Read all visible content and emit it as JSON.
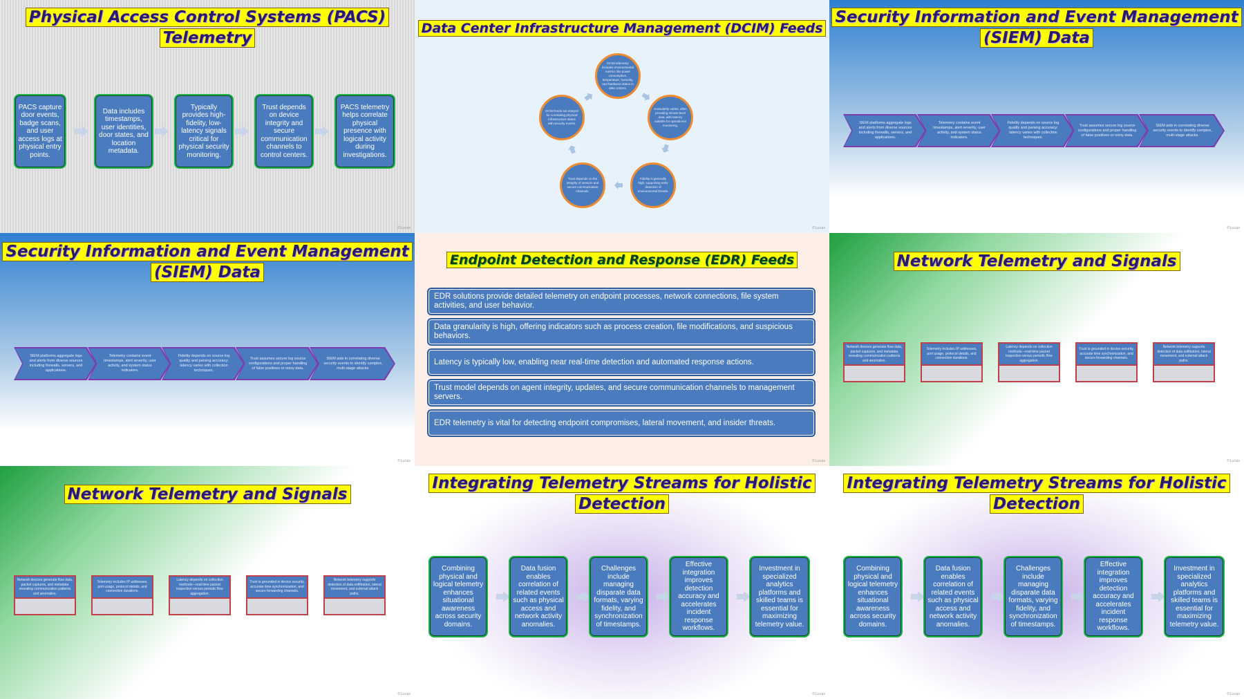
{
  "watermark": "©Lucas",
  "slides": {
    "pacs": {
      "title": "Physical Access Control Systems (PACS) Telemetry",
      "boxes": [
        "PACS capture door events, badge scans, and user access logs at physical entry points.",
        "Data includes timestamps, user identities, door states, and location metadata.",
        "Typically provides high-fidelity, low-latency signals critical for physical security monitoring.",
        "Trust depends on device integrity and secure communication channels to control centers.",
        "PACS telemetry helps correlate physical presence with logical activity during investigations."
      ]
    },
    "dcim": {
      "title": "Data Center Infrastructure Management (DCIM) Feeds",
      "circles": [
        "DCIM telemetry includes environmental metrics like power consumption, temperature, humidity, and hardware status in data centers.",
        "Granularity varies, often providing minute-level data, with latency suitable for operational monitoring.",
        "Fidelity is generally high, supporting early detection of environmental threats.",
        "Trust depends on the integrity of sensors and secure communication channels.",
        "DCIM feeds are integral for correlating physical infrastructure status with security events."
      ]
    },
    "siem1": {
      "title": "Security Information and Event Management (SIEM) Data",
      "chevrons": [
        "SIEM platforms aggregate logs and alerts from diverse sources including firewalls, servers, and applications.",
        "Telemetry contains event timestamps, alert severity, user activity, and system status indicators.",
        "Fidelity depends on source log quality and parsing accuracy; latency varies with collection techniques.",
        "Trust assumes secure log source configurations and proper handling of false positives or noisy data.",
        "SIEM aids in correlating diverse security events to identify complex, multi-stage attacks."
      ]
    },
    "siem2": {
      "title": "Security Information and Event Management (SIEM) Data"
    },
    "edr": {
      "title": "Endpoint Detection and Response (EDR) Feeds",
      "items": [
        "EDR solutions provide detailed telemetry on endpoint processes, network connections, file system activities, and user behavior.",
        "Data granularity is high, offering indicators such as process creation, file modifications, and suspicious behaviors.",
        "Latency is typically low, enabling near real-time detection and automated response actions.",
        "Trust model depends on agent integrity, updates, and secure communication channels to management servers.",
        "EDR telemetry is vital for detecting endpoint compromises, lateral movement, and insider threats."
      ]
    },
    "net1": {
      "title": "Network Telemetry and Signals",
      "cards": [
        "Network devices generate flow data, packet captures, and metadata revealing communication patterns and anomalies.",
        "Telemetry includes IP addresses, port usage, protocol details, and connection durations.",
        "Latency depends on collection methods—real-time packet inspection versus periodic flow aggregation.",
        "Trust is grounded in device security, accurate time synchronization, and secure forwarding channels.",
        "Network telemetry supports detection of data exfiltration, lateral movement, and external attack paths."
      ]
    },
    "net2": {
      "title": "Network Telemetry and Signals"
    },
    "integ1": {
      "title": "Integrating Telemetry Streams for Holistic Detection",
      "boxes": [
        "Combining physical and logical telemetry enhances situational awareness across security domains.",
        "Data fusion enables correlation of related events such as physical access and network activity anomalies.",
        "Challenges include managing disparate data formats, varying fidelity, and synchronization of timestamps.",
        "Effective integration improves detection accuracy and accelerates incident response workflows.",
        "Investment in specialized analytics platforms and skilled teams is essential for maximizing telemetry value."
      ]
    },
    "integ2": {
      "title": "Integrating Telemetry Streams for Holistic Detection"
    }
  }
}
